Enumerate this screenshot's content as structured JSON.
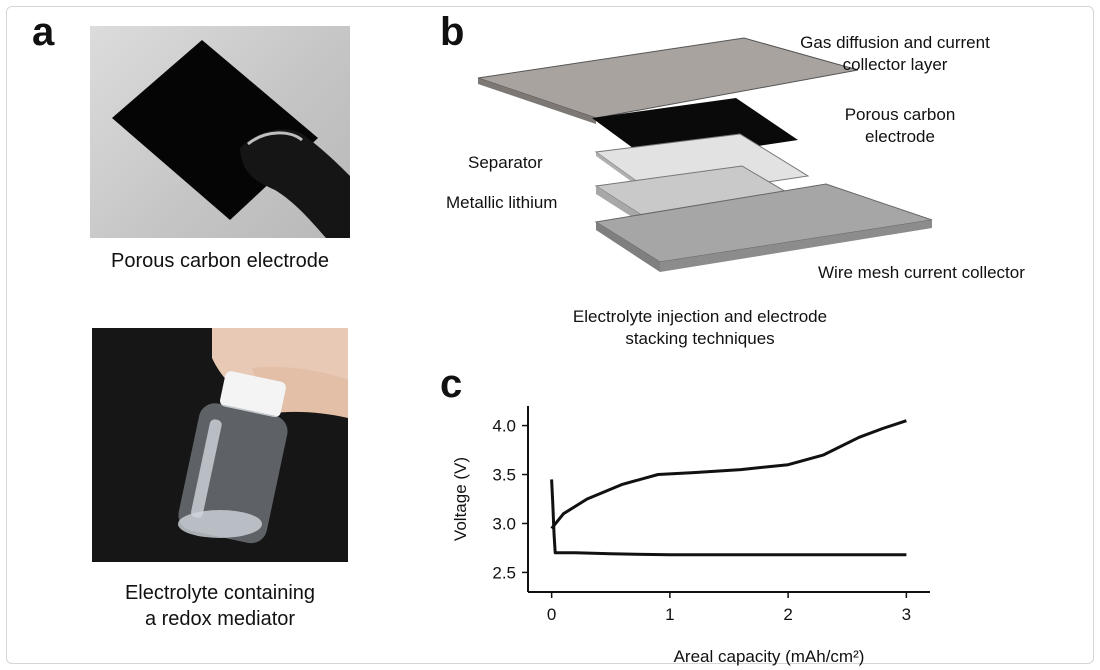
{
  "panels": {
    "a": {
      "letter": "a",
      "photo1_caption": "Porous carbon electrode",
      "photo2_caption_line1": "Electrolyte containing",
      "photo2_caption_line2": "a redox mediator"
    },
    "b": {
      "letter": "b",
      "labels": {
        "gas_diffusion_line1": "Gas diffusion and current",
        "gas_diffusion_line2": "collector layer",
        "porous_carbon_line1": "Porous carbon",
        "porous_carbon_line2": "electrode",
        "separator": "Separator",
        "metallic_lithium": "Metallic lithium",
        "wire_mesh": "Wire mesh current collector"
      },
      "caption_line1": "Electrolyte injection and electrode",
      "caption_line2": "stacking techniques"
    },
    "c": {
      "letter": "c"
    }
  },
  "colors": {
    "gas_layer": "#a9a3a0",
    "carbon_layer": "#0a0a0a",
    "separator_layer": "#e2e2e2",
    "lithium_layer": "#c9c9c9",
    "mesh_layer": "#a6a6a6",
    "curve": "#111111"
  },
  "chart_data": {
    "type": "line",
    "title": "",
    "xlabel": "Areal capacity (mAh/cm²)",
    "ylabel": "Voltage (V)",
    "xlim": [
      -0.2,
      3.2
    ],
    "ylim": [
      2.3,
      4.2
    ],
    "xticks": [
      0,
      1,
      2,
      3
    ],
    "yticks": [
      2.5,
      3.0,
      3.5,
      4.0
    ],
    "xtick_labels": [
      "0",
      "1",
      "2",
      "3"
    ],
    "ytick_labels": [
      "2.5",
      "3.0",
      "3.5",
      "4.0"
    ],
    "series": [
      {
        "x": [
          0,
          0.01,
          0.02,
          0.03,
          0.2,
          0.5,
          1.0,
          1.5,
          2.0,
          2.4,
          2.8,
          3.0
        ],
        "y": [
          3.45,
          3.2,
          2.9,
          2.7,
          2.7,
          2.69,
          2.68,
          2.68,
          2.68,
          2.68,
          2.68,
          2.68
        ]
      },
      {
        "x": [
          0,
          0.1,
          0.3,
          0.6,
          0.9,
          1.2,
          1.6,
          2.0,
          2.3,
          2.6,
          2.8,
          3.0
        ],
        "y": [
          2.95,
          3.1,
          3.25,
          3.4,
          3.5,
          3.52,
          3.55,
          3.6,
          3.7,
          3.88,
          3.97,
          4.05
        ]
      }
    ]
  }
}
